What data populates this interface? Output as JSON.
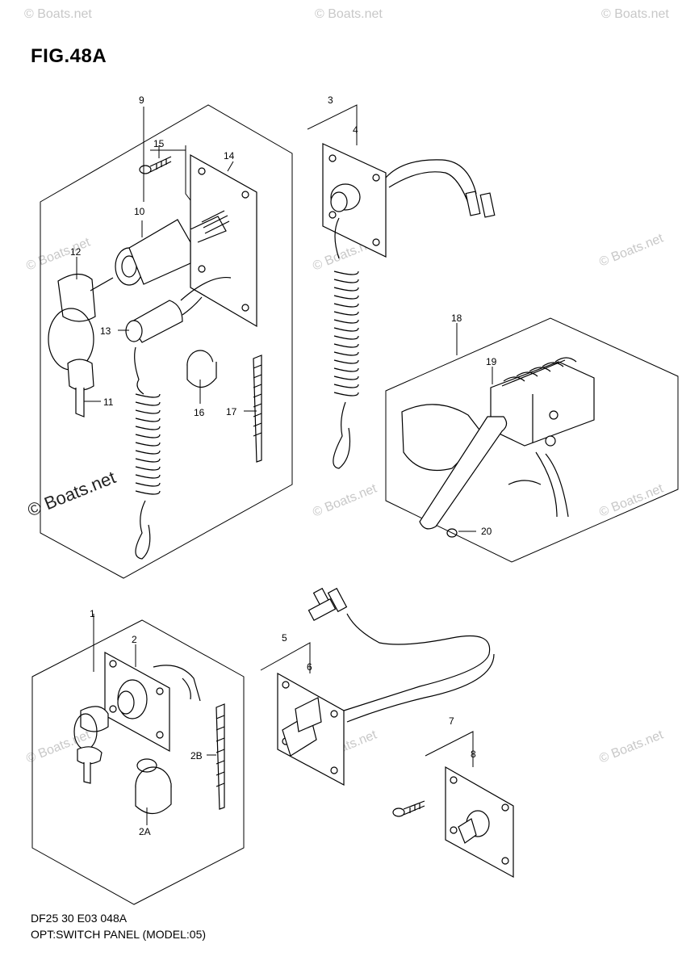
{
  "figure_title": "FIG.48A",
  "footer": {
    "line1": "DF25 30 E03  048A",
    "line2": "OPT:SWITCH PANEL (MODEL:05)"
  },
  "watermark_small": "© Boats.net",
  "watermark_large": "© Boats.net",
  "callouts": [
    "9",
    "15",
    "14",
    "10",
    "12",
    "13",
    "16",
    "17",
    "11",
    "3",
    "4",
    "18",
    "19",
    "20",
    "1",
    "2",
    "2B",
    "2A",
    "5",
    "6",
    "7",
    "8"
  ]
}
